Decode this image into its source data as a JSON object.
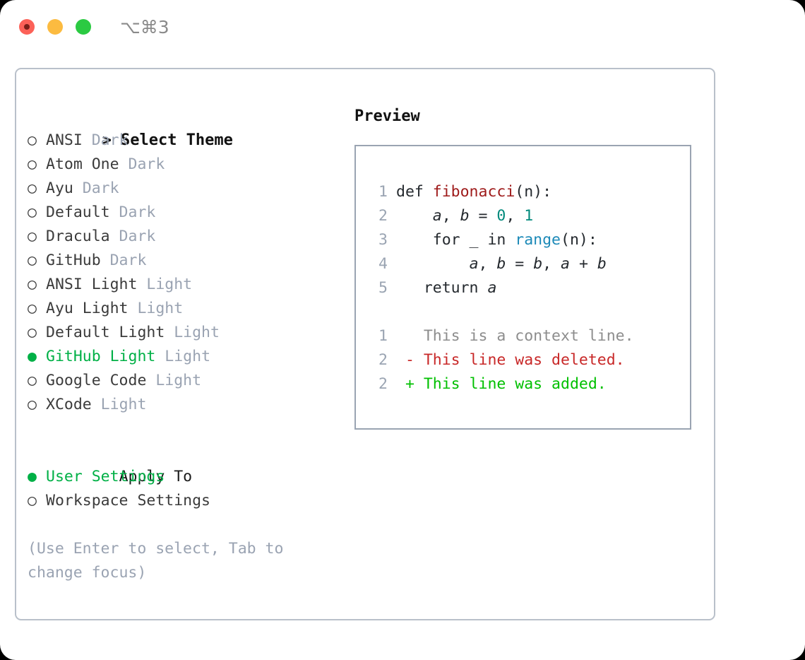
{
  "titlebar": {
    "shortcut": "⌥⌘3",
    "buttons": [
      "close",
      "minimize",
      "zoom"
    ]
  },
  "theme_picker": {
    "header_marker": ">",
    "header": "Select Theme",
    "bullet_selected": "●",
    "bullet_unselected": "○",
    "items": [
      {
        "name": "ANSI",
        "tag": "Dark",
        "selected": false
      },
      {
        "name": "Atom One",
        "tag": "Dark",
        "selected": false
      },
      {
        "name": "Ayu",
        "tag": "Dark",
        "selected": false
      },
      {
        "name": "Default",
        "tag": "Dark",
        "selected": false
      },
      {
        "name": "Dracula",
        "tag": "Dark",
        "selected": false
      },
      {
        "name": "GitHub",
        "tag": "Dark",
        "selected": false
      },
      {
        "name": "ANSI Light",
        "tag": "Light",
        "selected": false
      },
      {
        "name": "Ayu Light",
        "tag": "Light",
        "selected": false
      },
      {
        "name": "Default Light",
        "tag": "Light",
        "selected": false
      },
      {
        "name": "GitHub Light",
        "tag": "Light",
        "selected": true
      },
      {
        "name": "Google Code",
        "tag": "Light",
        "selected": false
      },
      {
        "name": "XCode",
        "tag": "Light",
        "selected": false
      }
    ]
  },
  "apply_to": {
    "title": "Apply To",
    "options": [
      {
        "name": "User Settings",
        "selected": true
      },
      {
        "name": "Workspace Settings",
        "selected": false
      }
    ]
  },
  "hint": "(Use Enter to select, Tab to change focus)",
  "preview": {
    "title": "Preview",
    "code_lines": [
      {
        "num": "1",
        "tokens": [
          {
            "t": "def ",
            "c": "tok"
          },
          {
            "t": "fibonacci",
            "c": "tok-func"
          },
          {
            "t": "(n):",
            "c": "tok"
          }
        ]
      },
      {
        "num": "2",
        "tokens": [
          {
            "t": "    ",
            "c": "tok"
          },
          {
            "t": "a",
            "c": "tok-var"
          },
          {
            "t": ", ",
            "c": "tok"
          },
          {
            "t": "b",
            "c": "tok-var"
          },
          {
            "t": " = ",
            "c": "tok"
          },
          {
            "t": "0",
            "c": "tok-num"
          },
          {
            "t": ", ",
            "c": "tok"
          },
          {
            "t": "1",
            "c": "tok-num"
          }
        ]
      },
      {
        "num": "3",
        "tokens": [
          {
            "t": "    for _ in ",
            "c": "tok"
          },
          {
            "t": "range",
            "c": "tok-builtin"
          },
          {
            "t": "(n):",
            "c": "tok"
          }
        ]
      },
      {
        "num": "4",
        "tokens": [
          {
            "t": "        ",
            "c": "tok"
          },
          {
            "t": "a",
            "c": "tok-var"
          },
          {
            "t": ", ",
            "c": "tok"
          },
          {
            "t": "b",
            "c": "tok-var"
          },
          {
            "t": " = ",
            "c": "tok"
          },
          {
            "t": "b",
            "c": "tok-var"
          },
          {
            "t": ", ",
            "c": "tok"
          },
          {
            "t": "a",
            "c": "tok-var"
          },
          {
            "t": " + ",
            "c": "tok"
          },
          {
            "t": "b",
            "c": "tok-var"
          }
        ]
      },
      {
        "num": "5",
        "tokens": [
          {
            "t": "   return ",
            "c": "tok"
          },
          {
            "t": "a",
            "c": "tok-var"
          }
        ]
      }
    ],
    "diff_lines": [
      {
        "num": "1",
        "marker": "  ",
        "text": "This is a context line.",
        "kind": "d-ctx"
      },
      {
        "num": "2",
        "marker": "- ",
        "text": "This line was deleted.",
        "kind": "d-del"
      },
      {
        "num": "2",
        "marker": "+ ",
        "text": "This line was added.",
        "kind": "d-add"
      }
    ]
  },
  "colors": {
    "selection_green": "#00b046",
    "diff_added": "#00c000",
    "diff_deleted": "#c82828",
    "tag_gray": "#9aa3b2",
    "func_red": "#9e1a1a",
    "number_teal": "#00897b",
    "builtin_blue": "#1d8ab8",
    "border": "#b9c0ca",
    "preview_border": "#9aa4b2"
  }
}
